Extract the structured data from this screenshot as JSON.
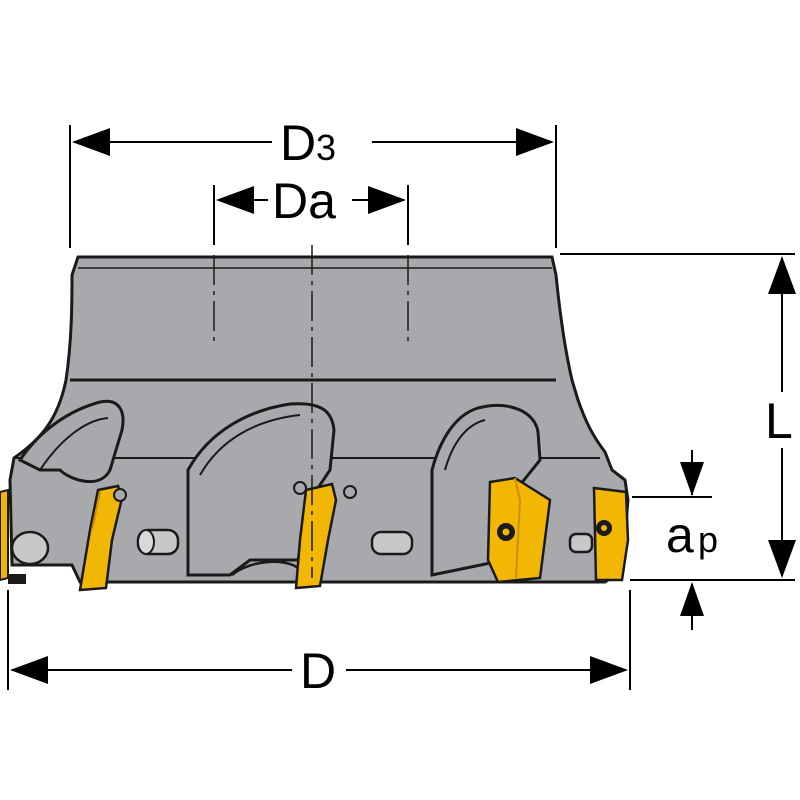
{
  "diagram": {
    "labels": {
      "d3_main": "D",
      "d3_sub": "3",
      "da": "Da",
      "d": "D",
      "l": "L",
      "ap_main": "a",
      "ap_sub": "p"
    },
    "colors": {
      "body": "#a7a9ac",
      "body_dark": "#8e9093",
      "outline": "#1a1a1a",
      "insert": "#f2b705",
      "insert_dark": "#c98f00",
      "line": "#000000"
    }
  }
}
